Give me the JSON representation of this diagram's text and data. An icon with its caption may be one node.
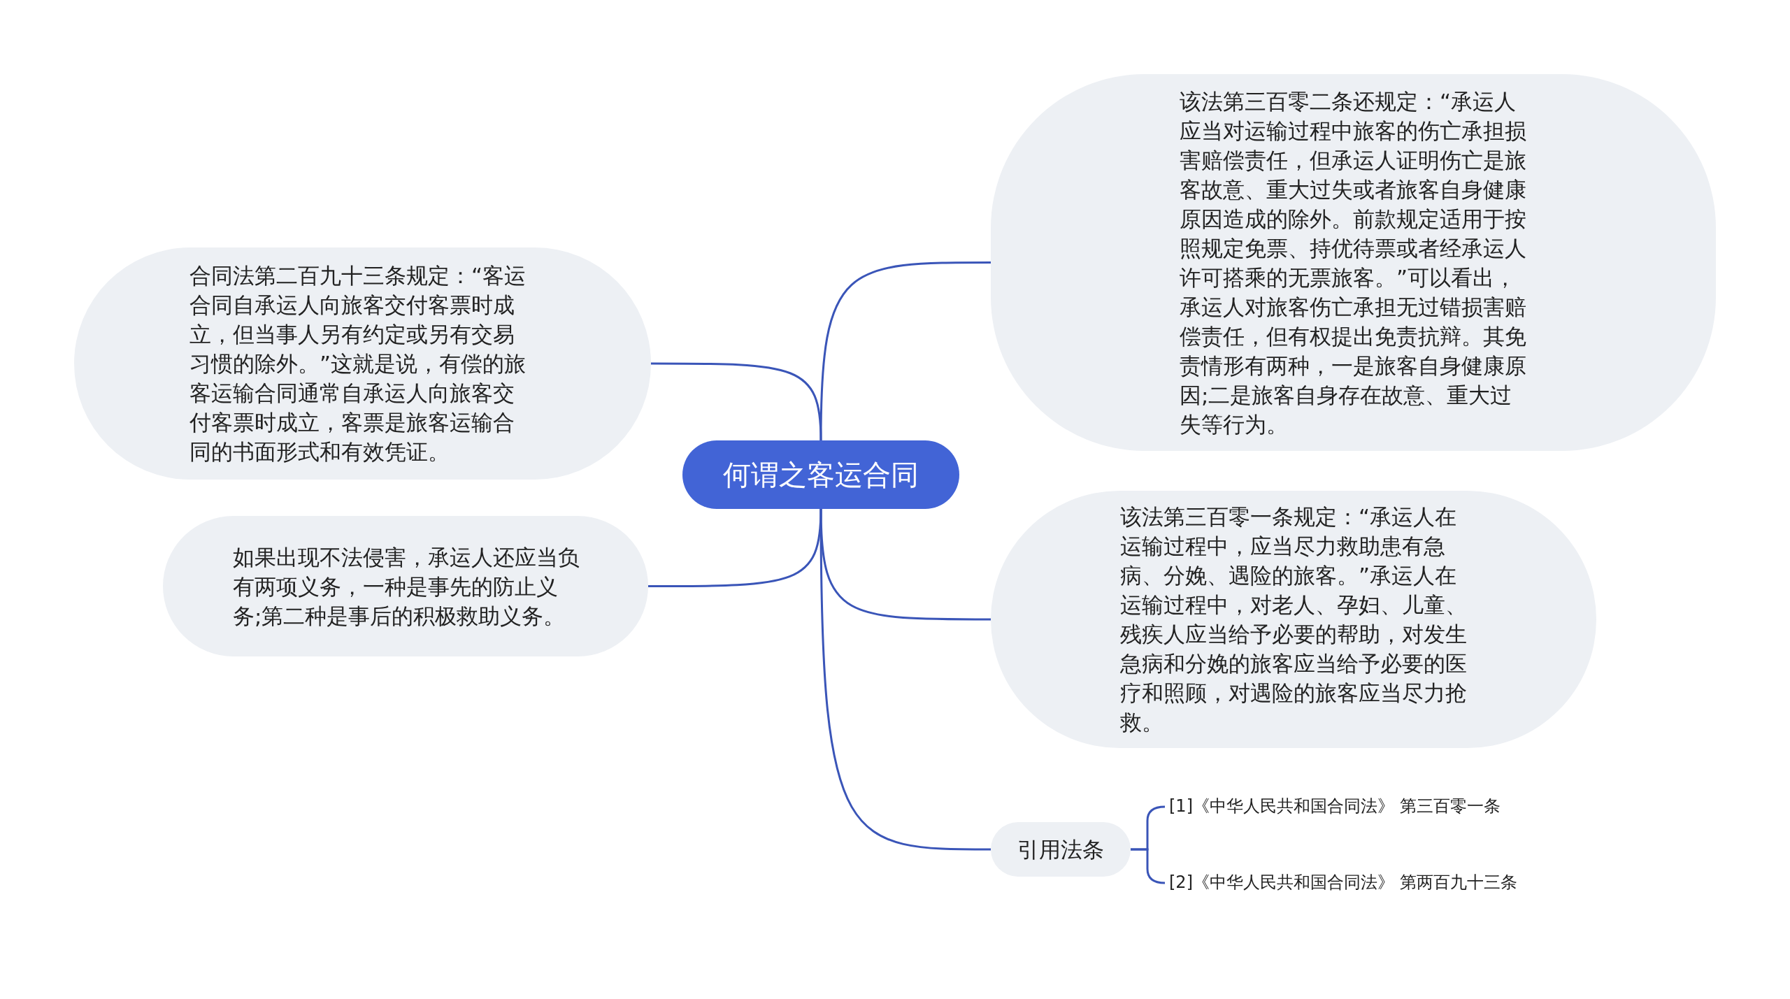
{
  "diagram": {
    "nodes": [
      {
        "text": [
          "何谓之客运合同"
        ]
      },
      {
        "text": [
          "合同法第二百九十三条规定：“客运合同自承运人向旅客交付客票时成立，但当事人另有约定或另有交易习惯的除外。”这就是说，有偿的旅客运输合同通常自承运人向旅客交付客票时成立，客票是旅客运输合同的书面形式和有效凭证。"
        ]
      },
      {
        "text": [
          "如果出现不法侵害，承运人还应当负有两项义务，一种是事先的防止义务;第二种是事后的积极救助义务。"
        ]
      },
      {
        "text": [
          "该法第三百零二条还规定：“承运人应当对运输过程中旅客的伤亡承担损害赔偿责任，但承运人证明伤亡是旅客故意、重大过失或者旅客自身健康原因造成的除外。前款规定适用于按照规定免票、持优待票或者经承运人许可搭乘的无票旅客。”可以看出，承运人对旅客伤亡承担无过错损害赔偿责任，但有权提出免责抗辩。其免责情形有两种，一是旅客自身健康原因;二是旅客自身存在故意、重大过失等行为。"
        ]
      },
      {
        "text": [
          "该法第三百零一条规定：“承运人在运输过程中，应当尽力救助患有急病、分娩、遇险的旅客。”承运人在运输过程中，对老人、孕妇、儿童、残疾人应当给予必要的帮助，对发生急病和分娩的旅客应当给予必要的医疗和照顾，对遇险的旅客应当尽力抢救。"
        ]
      },
      {
        "text": [
          "引用法条"
        ]
      },
      {
        "text": [
          "[1]《中华人民共和国合同法》 第三百零一条"
        ]
      },
      {
        "text": [
          "[2]《中华人民共和国合同法》 第两百九十三条"
        ]
      }
    ],
    "edges": [
      {
        "from": 0,
        "to": 1,
        "arrow": "none"
      },
      {
        "from": 0,
        "to": 2,
        "arrow": "none"
      },
      {
        "from": 0,
        "to": 3,
        "arrow": "none"
      },
      {
        "from": 0,
        "to": 4,
        "arrow": "none"
      },
      {
        "from": 0,
        "to": 5,
        "arrow": "none"
      },
      {
        "from": 5,
        "to": 6,
        "arrow": "none"
      },
      {
        "from": 5,
        "to": 7,
        "arrow": "none"
      }
    ]
  }
}
